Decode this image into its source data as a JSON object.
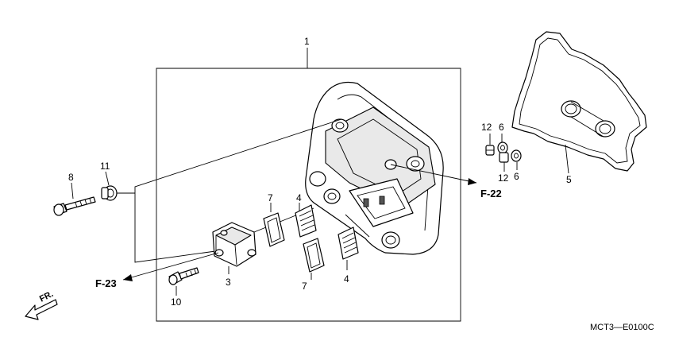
{
  "diagram": {
    "callouts": [
      {
        "id": "c1",
        "text": "1"
      },
      {
        "id": "c3",
        "text": "3"
      },
      {
        "id": "c4a",
        "text": "4"
      },
      {
        "id": "c4b",
        "text": "4"
      },
      {
        "id": "c5",
        "text": "5"
      },
      {
        "id": "c6a",
        "text": "6"
      },
      {
        "id": "c6b",
        "text": "6"
      },
      {
        "id": "c7a",
        "text": "7"
      },
      {
        "id": "c7b",
        "text": "7"
      },
      {
        "id": "c8",
        "text": "8"
      },
      {
        "id": "c10",
        "text": "10"
      },
      {
        "id": "c11",
        "text": "11"
      },
      {
        "id": "c12a",
        "text": "12"
      },
      {
        "id": "c12b",
        "text": "12"
      }
    ],
    "references": {
      "f22": "F-22",
      "f23": "F-23"
    },
    "direction": "FR.",
    "diagram_code": "MCT3—E0100C"
  }
}
